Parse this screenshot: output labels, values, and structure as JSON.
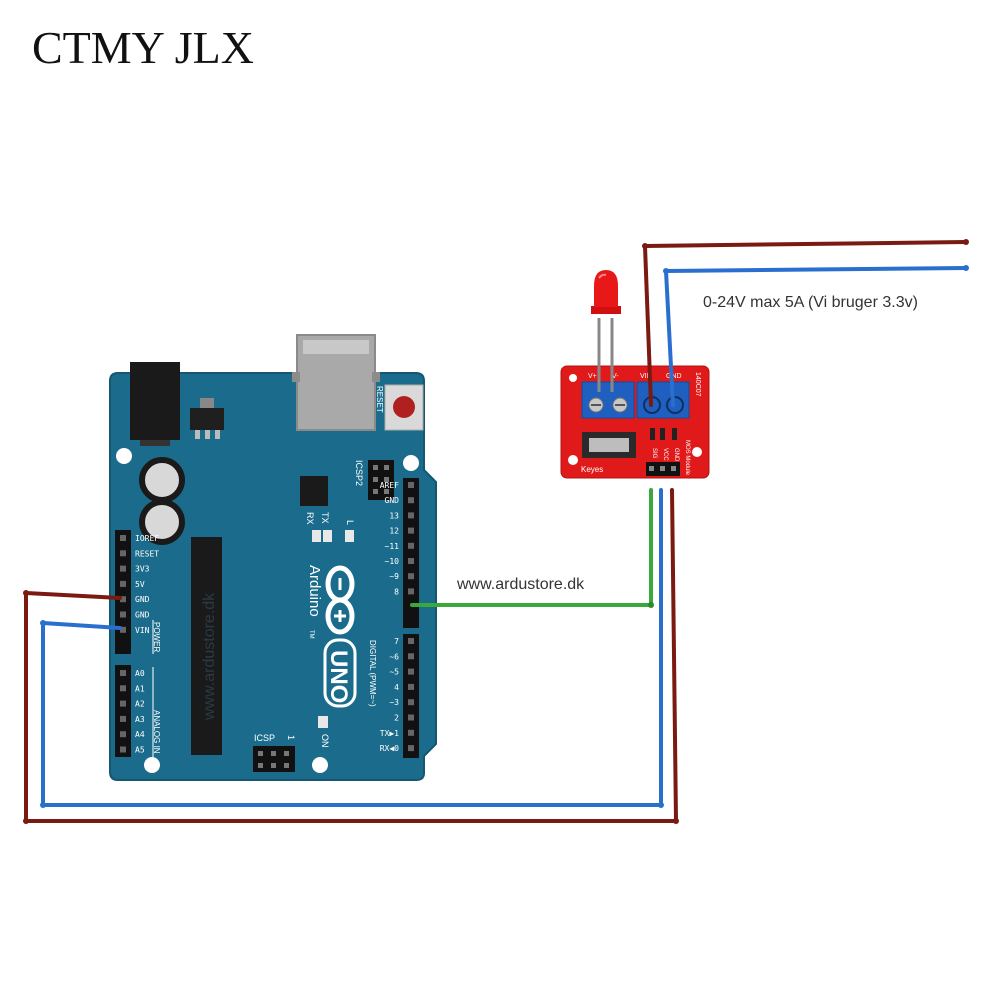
{
  "brand": "CTMY JLX",
  "labels": {
    "website": "www.ardustore.dk",
    "power_note": "0-24V max 5A (Vi bruger 3.3v)"
  },
  "arduino": {
    "silkscreen_url": "www.ardustore.dk",
    "logo_text": "UNO",
    "name": "Arduino",
    "tm": "TM",
    "reset": "RESET",
    "icsp2": "ICSP2",
    "icsp": "ICSP",
    "icsp_pin1": "1",
    "tx_label": "TX",
    "rx_label": "RX",
    "l_label": "L",
    "on_label": "ON",
    "digital_label": "DIGITAL (PWM=~)",
    "power_label": "POWER",
    "analog_label": "ANALOG IN",
    "power_pins": [
      "IOREF",
      "RESET",
      "3V3",
      "5V",
      "GND",
      "GND",
      "VIN"
    ],
    "analog_pins": [
      "A0",
      "A1",
      "A2",
      "A3",
      "A4",
      "A5"
    ],
    "digital_pins_top": [
      "AREF",
      "GND",
      "13",
      "12",
      "~11",
      "~10",
      "~9",
      "8"
    ],
    "digital_pins_bottom": [
      "7",
      "~6",
      "~5",
      "4",
      "~3",
      "2",
      "TX▶1",
      "RX◀0"
    ]
  },
  "mosfet": {
    "v_plus": "V+",
    "v_minus": "V-",
    "vin": "VIN",
    "gnd": "GND",
    "model": "140C07",
    "brand": "Keyes",
    "module_label": "MOS Module",
    "pin_labels": [
      "SIG",
      "VCC",
      "GND"
    ]
  },
  "colors": {
    "board": "#1b6c8c",
    "module": "#e01a1a",
    "wire_red": "#7a1a10",
    "wire_blue": "#2a6fd0",
    "wire_green": "#3aa83a",
    "led": "#e01010"
  }
}
